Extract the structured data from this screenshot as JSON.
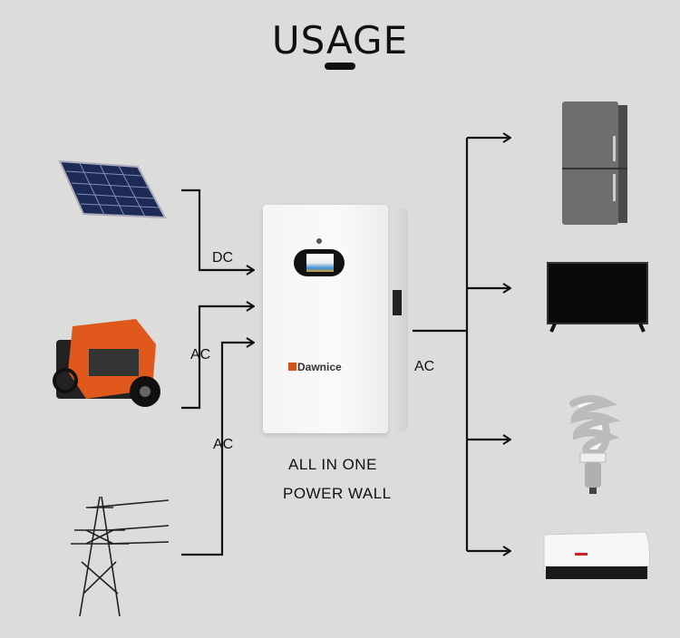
{
  "title": "USAGE",
  "inputs": [
    {
      "source": "solar-panel",
      "label": "DC"
    },
    {
      "source": "generator",
      "label": "AC"
    },
    {
      "source": "power-grid",
      "label": "AC"
    }
  ],
  "device": {
    "caption_line1": "ALL IN ONE",
    "caption_line2": "POWER WALL",
    "brand": "Dawnice"
  },
  "output": {
    "label": "AC",
    "loads": [
      "refrigerator",
      "television",
      "light-bulb",
      "air-conditioner"
    ]
  },
  "colors": {
    "background": "#dcdcdb",
    "line": "#111111",
    "brand": "#d2521c"
  }
}
